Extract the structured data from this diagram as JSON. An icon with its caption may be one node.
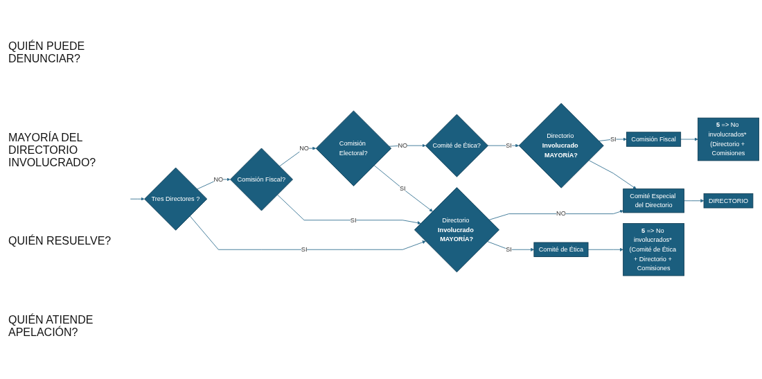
{
  "diagram": {
    "nodes": [
      {
        "text": [
          "Tres Directores ?"
        ]
      },
      {
        "text": [
          "Comisión Fiscal?"
        ]
      },
      {
        "text": [
          "Comisión Electoral?"
        ]
      },
      {
        "text": [
          "Comité de Ética?"
        ]
      },
      {
        "text": [
          "Directorio **Involucrado MAYORÍA?**"
        ]
      },
      {
        "text": [
          "Directorio **Involucrado MAYORÍA?**"
        ]
      },
      {
        "text": [
          "Comité de Ética"
        ]
      },
      {
        "text": [
          "Comité Especial del Directorio"
        ]
      },
      {
        "text": [
          "Comisión Fiscal"
        ]
      },
      {
        "text": [
          "**5** => No involucrados* (Comité de Ética + Directorio + Comisiones"
        ]
      },
      {
        "text": [
          "DIRECTORIO"
        ]
      },
      {
        "text": [
          "**5** => No involucrados* (Directorio + Comisiones"
        ]
      }
    ],
    "edges": [
      {
        "from": null,
        "to": 0,
        "arrow": "to"
      },
      {
        "from": 0,
        "to": 1,
        "arrow": "to",
        "label": "NO"
      },
      {
        "from": 1,
        "to": 2,
        "arrow": "to",
        "label": "NO"
      },
      {
        "from": 2,
        "to": 3,
        "arrow": "to",
        "label": "NO"
      },
      {
        "from": 0,
        "to": 4,
        "arrow": "to",
        "label": "SI"
      },
      {
        "from": 1,
        "to": 4,
        "arrow": "to",
        "label": "SI"
      },
      {
        "from": 2,
        "to": 4,
        "arrow": "to",
        "label": "SI"
      },
      {
        "from": 3,
        "to": 5,
        "arrow": "to",
        "label": "SI"
      },
      {
        "from": 4,
        "to": 6,
        "arrow": "to",
        "label": "SI"
      },
      {
        "from": 5,
        "to": 8,
        "arrow": "to",
        "label": "SI"
      },
      {
        "from": 4,
        "to": 7,
        "arrow": "to",
        "label": "NO"
      },
      {
        "from": 5,
        "to": 7,
        "arrow": "to"
      },
      {
        "from": 6,
        "to": 9,
        "arrow": "to"
      },
      {
        "from": 7,
        "to": 10,
        "arrow": "to"
      },
      {
        "from": 8,
        "to": 11,
        "arrow": "to"
      }
    ],
    "labels": [
      "QUIÉN PUEDE DENUNCIAR?",
      "MAYORÍA DEL DIRECTORIO INVOLUCRADO?",
      "QUIÉN RESUELVE?",
      "QUIÉN ATIENDE APELACIÓN?"
    ]
  }
}
